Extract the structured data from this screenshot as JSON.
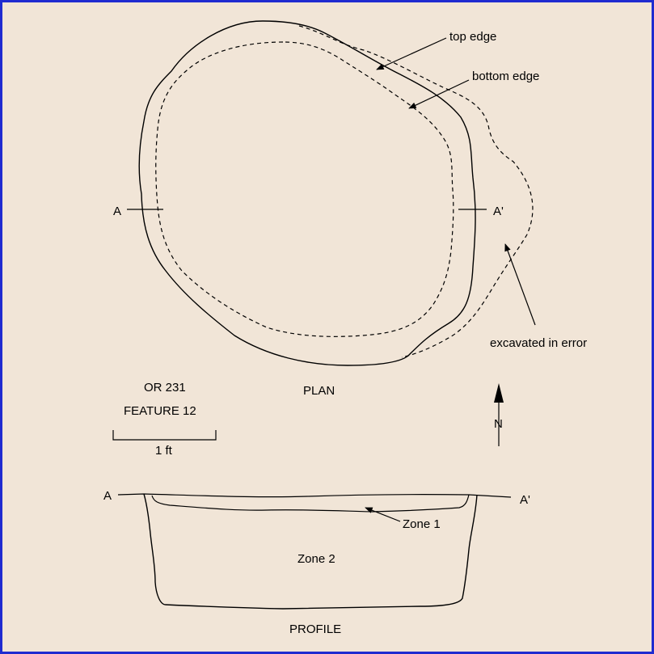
{
  "labels": {
    "top_edge": "top edge",
    "bottom_edge": "bottom edge",
    "excavated_in_error": "excavated in error",
    "plan": "PLAN",
    "site": "OR 231",
    "feature": "FEATURE 12",
    "scale": "1 ft",
    "north": "N",
    "section_a": "A",
    "section_a_prime": "A'",
    "zone1": "Zone 1",
    "zone2": "Zone 2",
    "profile": "PROFILE"
  }
}
